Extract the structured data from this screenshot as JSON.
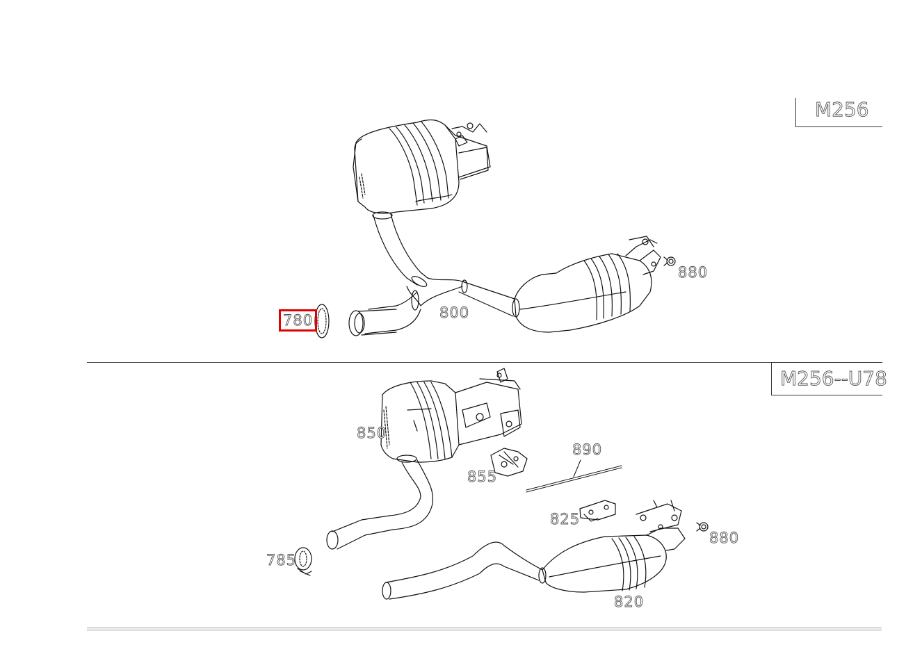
{
  "diagram": {
    "sections": [
      {
        "variant_label": "M256",
        "callouts": [
          {
            "id": "780",
            "label": "780",
            "selected": true
          },
          {
            "id": "800",
            "label": "800",
            "selected": false
          },
          {
            "id": "880",
            "label": "880",
            "selected": false
          }
        ]
      },
      {
        "variant_label": "M256--U78",
        "callouts": [
          {
            "id": "850",
            "label": "850",
            "selected": false
          },
          {
            "id": "855",
            "label": "855",
            "selected": false
          },
          {
            "id": "890",
            "label": "890",
            "selected": false
          },
          {
            "id": "825",
            "label": "825",
            "selected": false
          },
          {
            "id": "880",
            "label": "880",
            "selected": false
          },
          {
            "id": "785",
            "label": "785",
            "selected": false
          },
          {
            "id": "820",
            "label": "820",
            "selected": false
          }
        ]
      }
    ],
    "selection_color": "#e00000"
  }
}
